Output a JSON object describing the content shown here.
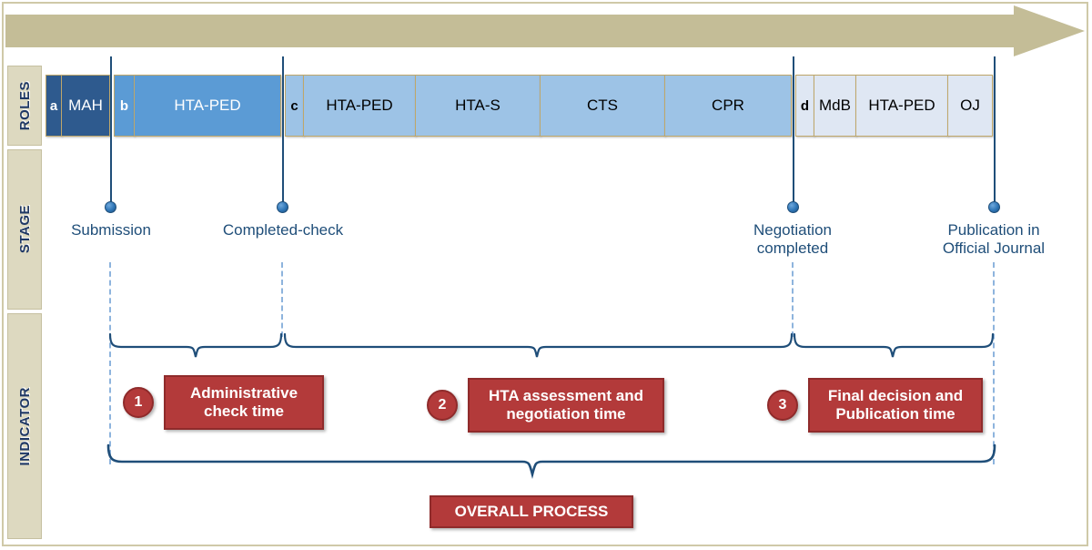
{
  "colors": {
    "arrow_fill": "#c4bd97",
    "rail_fill": "#ddd9c0",
    "rail_text": "#1f3864",
    "role_dark": "#2e5a8e",
    "role_mid": "#5b9bd5",
    "role_midtext": "#9dc3e6",
    "role_light": "#dfe7f3",
    "seg_border": "#bfa76a",
    "navy": "#1f4e79",
    "dash": "#8eb4dd",
    "indicator_fill": "#b33a3a",
    "indicator_border": "#8f2b2b",
    "frame_border": "#cfc9a8"
  },
  "rails": [
    {
      "id": "roles",
      "label": "ROLES"
    },
    {
      "id": "stage",
      "label": "STAGE"
    },
    {
      "id": "indicator",
      "label": "INDICATOR"
    }
  ],
  "roles": {
    "segments": [
      {
        "id": "a",
        "label": "a",
        "style": "dark",
        "tag": true
      },
      {
        "id": "mah",
        "label": "MAH",
        "style": "dark",
        "tag": false
      },
      {
        "id": "b",
        "label": "b",
        "style": "mid",
        "tag": true
      },
      {
        "id": "hta-ped-1",
        "label": "HTA-PED",
        "style": "mid",
        "tag": false
      },
      {
        "id": "c",
        "label": "c",
        "style": "midtext",
        "tag": true
      },
      {
        "id": "hta-ped-2",
        "label": "HTA-PED",
        "style": "midtext",
        "tag": false
      },
      {
        "id": "hta-s",
        "label": "HTA-S",
        "style": "midtext",
        "tag": false
      },
      {
        "id": "cts",
        "label": "CTS",
        "style": "midtext",
        "tag": false
      },
      {
        "id": "cpr",
        "label": "CPR",
        "style": "midtext",
        "tag": false
      },
      {
        "id": "d",
        "label": "d",
        "style": "light",
        "tag": true
      },
      {
        "id": "mdb",
        "label": "MdB",
        "style": "light",
        "tag": false
      },
      {
        "id": "hta-ped-3",
        "label": "HTA-PED",
        "style": "light",
        "tag": false
      },
      {
        "id": "oj",
        "label": "OJ",
        "style": "light",
        "tag": false
      }
    ]
  },
  "stage": {
    "milestones": [
      {
        "id": "submission",
        "label": "Submission"
      },
      {
        "id": "completed-check",
        "label": "Completed-check"
      },
      {
        "id": "negotiation-completed",
        "label": "Negotiation\ncompleted"
      },
      {
        "id": "publication-official-journal",
        "label": "Publication in\nOfficial Journal"
      }
    ]
  },
  "indicator": {
    "items": [
      {
        "id": "1",
        "number": "1",
        "label": "Administrative\ncheck time"
      },
      {
        "id": "2",
        "number": "2",
        "label": "HTA assessment and\nnegotiation time"
      },
      {
        "id": "3",
        "number": "3",
        "label": "Final decision and\nPublication time"
      }
    ],
    "overall": {
      "id": "overall",
      "label": "OVERALL PROCESS"
    }
  }
}
